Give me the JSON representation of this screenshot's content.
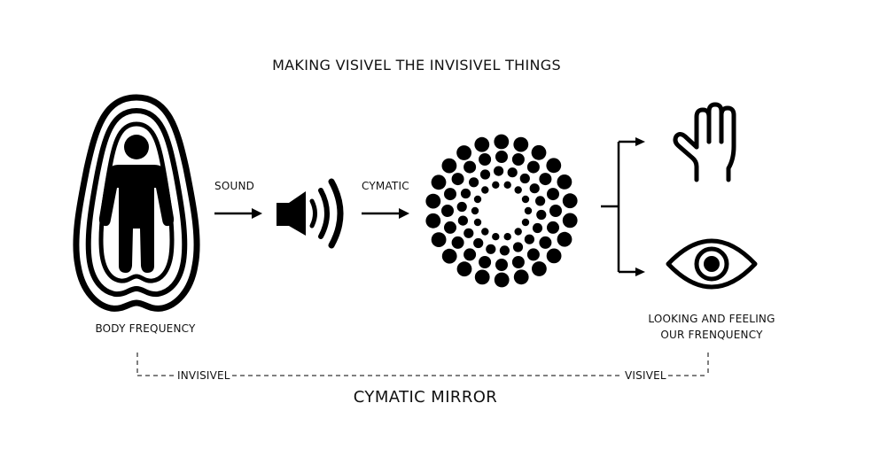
{
  "title": "MAKING VISIVEL THE INVISIVEL THINGS",
  "labels": {
    "sound": "SOUND",
    "cymatic": "CYMATIC",
    "body_frequency": "BODY FREQUENCY",
    "looking_line1": "LOOKING AND FEELING",
    "looking_line2": "OUR FRENQUENCY",
    "invisivel": "INVISIVEL",
    "visivel": "VISIVEL"
  },
  "footer": "CYMATIC MIRROR",
  "colors": {
    "ink": "#000000",
    "background": "#ffffff"
  },
  "icons": [
    "body-frequency-icon",
    "speaker-icon",
    "cymatic-pattern-icon",
    "hand-icon",
    "eye-icon"
  ]
}
